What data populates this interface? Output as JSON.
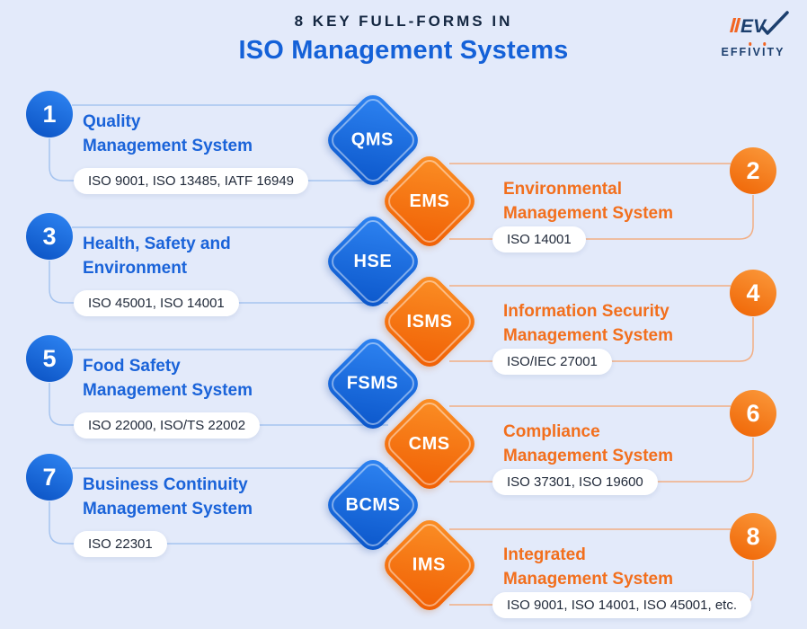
{
  "header": {
    "kicker": "8 KEY FULL-FORMS IN",
    "title": "ISO Management Systems"
  },
  "logo": {
    "monogram": "EV",
    "word_parts": [
      "EFF",
      "I",
      "V",
      "I",
      "TY"
    ]
  },
  "colors": {
    "background": "#e3eafa",
    "blue_accent": "#1a63d9",
    "blue_dark": "#0a55c9",
    "orange_accent": "#f26f1d",
    "orange_dark": "#f05e03",
    "navy_text": "#142741",
    "connector_blue": "#a6c4ef",
    "connector_orange": "#f2ae83",
    "pill_bg": "#ffffff"
  },
  "items": [
    {
      "number": "1",
      "side": "left",
      "abbr": "QMS",
      "title": "Quality\nManagement System",
      "standards": "ISO 9001, ISO 13485, IATF 16949"
    },
    {
      "number": "2",
      "side": "right",
      "abbr": "EMS",
      "title": "Environmental\nManagement System",
      "standards": "ISO 14001"
    },
    {
      "number": "3",
      "side": "left",
      "abbr": "HSE",
      "title": "Health, Safety and\nEnvironment",
      "standards": "ISO 45001, ISO 14001"
    },
    {
      "number": "4",
      "side": "right",
      "abbr": "ISMS",
      "title": "Information Security\nManagement System",
      "standards": "ISO/IEC 27001"
    },
    {
      "number": "5",
      "side": "left",
      "abbr": "FSMS",
      "title": "Food Safety\nManagement System",
      "standards": "ISO 22000, ISO/TS 22002"
    },
    {
      "number": "6",
      "side": "right",
      "abbr": "CMS",
      "title": "Compliance\nManagement System",
      "standards": "ISO 37301, ISO 19600"
    },
    {
      "number": "7",
      "side": "left",
      "abbr": "BCMS",
      "title": "Business Continuity\nManagement System",
      "standards": "ISO 22301"
    },
    {
      "number": "8",
      "side": "right",
      "abbr": "IMS",
      "title": "Integrated\nManagement System",
      "standards": "ISO 9001, ISO 14001, ISO 45001, etc."
    }
  ]
}
